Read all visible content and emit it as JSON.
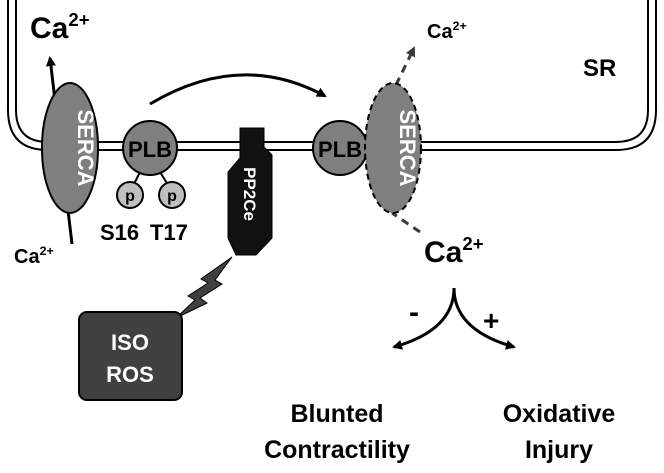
{
  "membrane_label": "SR",
  "ca": {
    "top_left": {
      "base": "Ca",
      "sup": "2+"
    },
    "bottom_left": {
      "base": "Ca",
      "sup": "2+"
    },
    "top_right": {
      "base": "Ca",
      "sup": "2+"
    },
    "cytosol_right": {
      "base": "Ca",
      "sup": "2+"
    }
  },
  "serca_left": "SERCA",
  "serca_right": "SERCA",
  "plb_left": "PLB",
  "plb_right": "PLB",
  "phospho_left": "p",
  "phospho_right": "p",
  "site_s16": "S16",
  "site_t17": "T17",
  "phosphatase": "PP2Ce",
  "stimulus": {
    "line1": "ISO",
    "line2": "ROS"
  },
  "sign_minus": "-",
  "sign_plus": "+",
  "outcome_left": {
    "line1": "Blunted",
    "line2": "Contractility"
  },
  "outcome_right": {
    "line1": "Oxidative",
    "line2": "Injury"
  },
  "colors": {
    "serca_fill": "#7f7f7f",
    "plb_fill": "#7f7f7f",
    "phospho_fill": "#bfbfbf",
    "pp2ce_fill": "#111111",
    "stimulus_fill": "#404040",
    "line": "#000000"
  }
}
